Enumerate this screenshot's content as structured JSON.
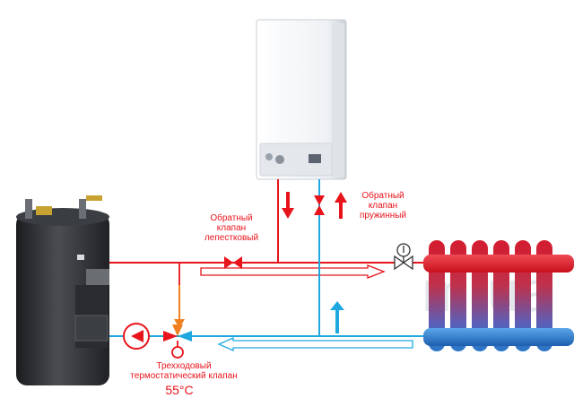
{
  "labels": {
    "check_valve_spring": "Обратный\nклапан\nпружинный",
    "check_valve_flap": "Обратный\nклапан\nлепестковый",
    "three_way_valve": "Трехходовый\nтермостатический клапан",
    "temperature": "55°C"
  },
  "watermark": {
    "left": "tep",
    "right": "m.ua"
  },
  "colors": {
    "supply": "#e8141b",
    "return": "#1fa8e0",
    "mix": "#f08020",
    "solid_fuel_boiler": "#2f3134",
    "gas_boiler": "#f4f6f8",
    "radiator_hot": "#d41c2e",
    "radiator_cold": "#2a78c8"
  },
  "icons": {
    "pump": "circulation-pump-icon",
    "check_valve": "check-valve-icon",
    "thermostat_valve": "radiator-thermostat-icon",
    "flow_arrow": "flow-arrow-icon"
  }
}
